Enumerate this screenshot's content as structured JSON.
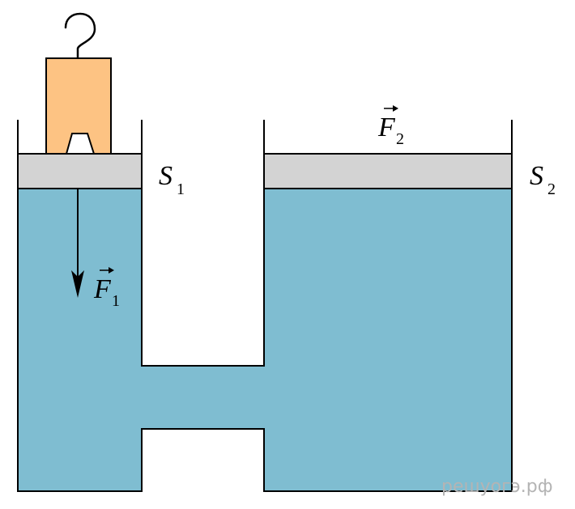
{
  "colors": {
    "liquid": "#7fbdd1",
    "piston": "#d3d3d3",
    "weight": "#fdc383",
    "walls": "#000000",
    "watermark": "#b4b4b4"
  },
  "labels": {
    "s1": {
      "letter": "S",
      "sub": "1"
    },
    "s2": {
      "letter": "S",
      "sub": "2"
    },
    "f1": {
      "letter": "F",
      "sub": "1"
    },
    "f2": {
      "letter": "F",
      "sub": "2"
    }
  },
  "watermark": "решуогэ.рф"
}
